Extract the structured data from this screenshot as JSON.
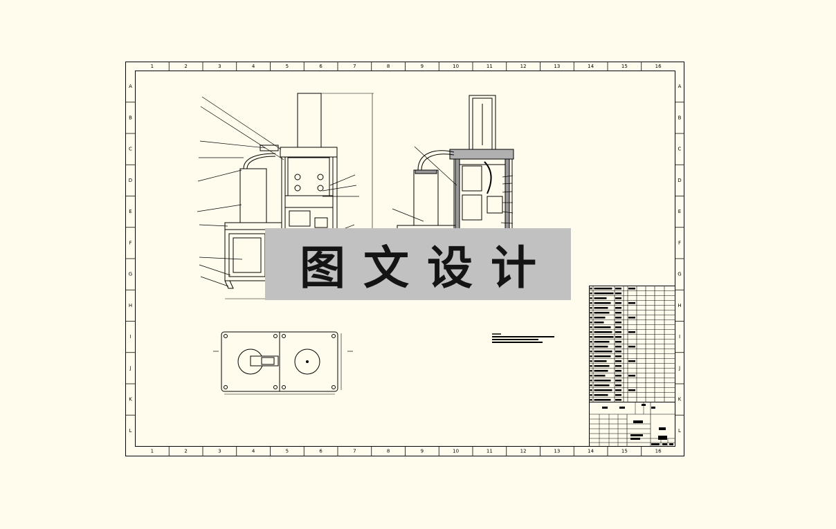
{
  "frame": {
    "columns": [
      "1",
      "2",
      "3",
      "4",
      "5",
      "6",
      "7",
      "8",
      "9",
      "10",
      "11",
      "12",
      "13",
      "14",
      "15",
      "16"
    ],
    "rows": [
      "A",
      "B",
      "C",
      "D",
      "E",
      "F",
      "G",
      "H",
      "I",
      "J",
      "K",
      "L"
    ]
  },
  "watermark": {
    "text": "图文设计"
  },
  "colors": {
    "background": "#fffcee",
    "ink": "#000000",
    "watermark": "#c1c1c1"
  }
}
